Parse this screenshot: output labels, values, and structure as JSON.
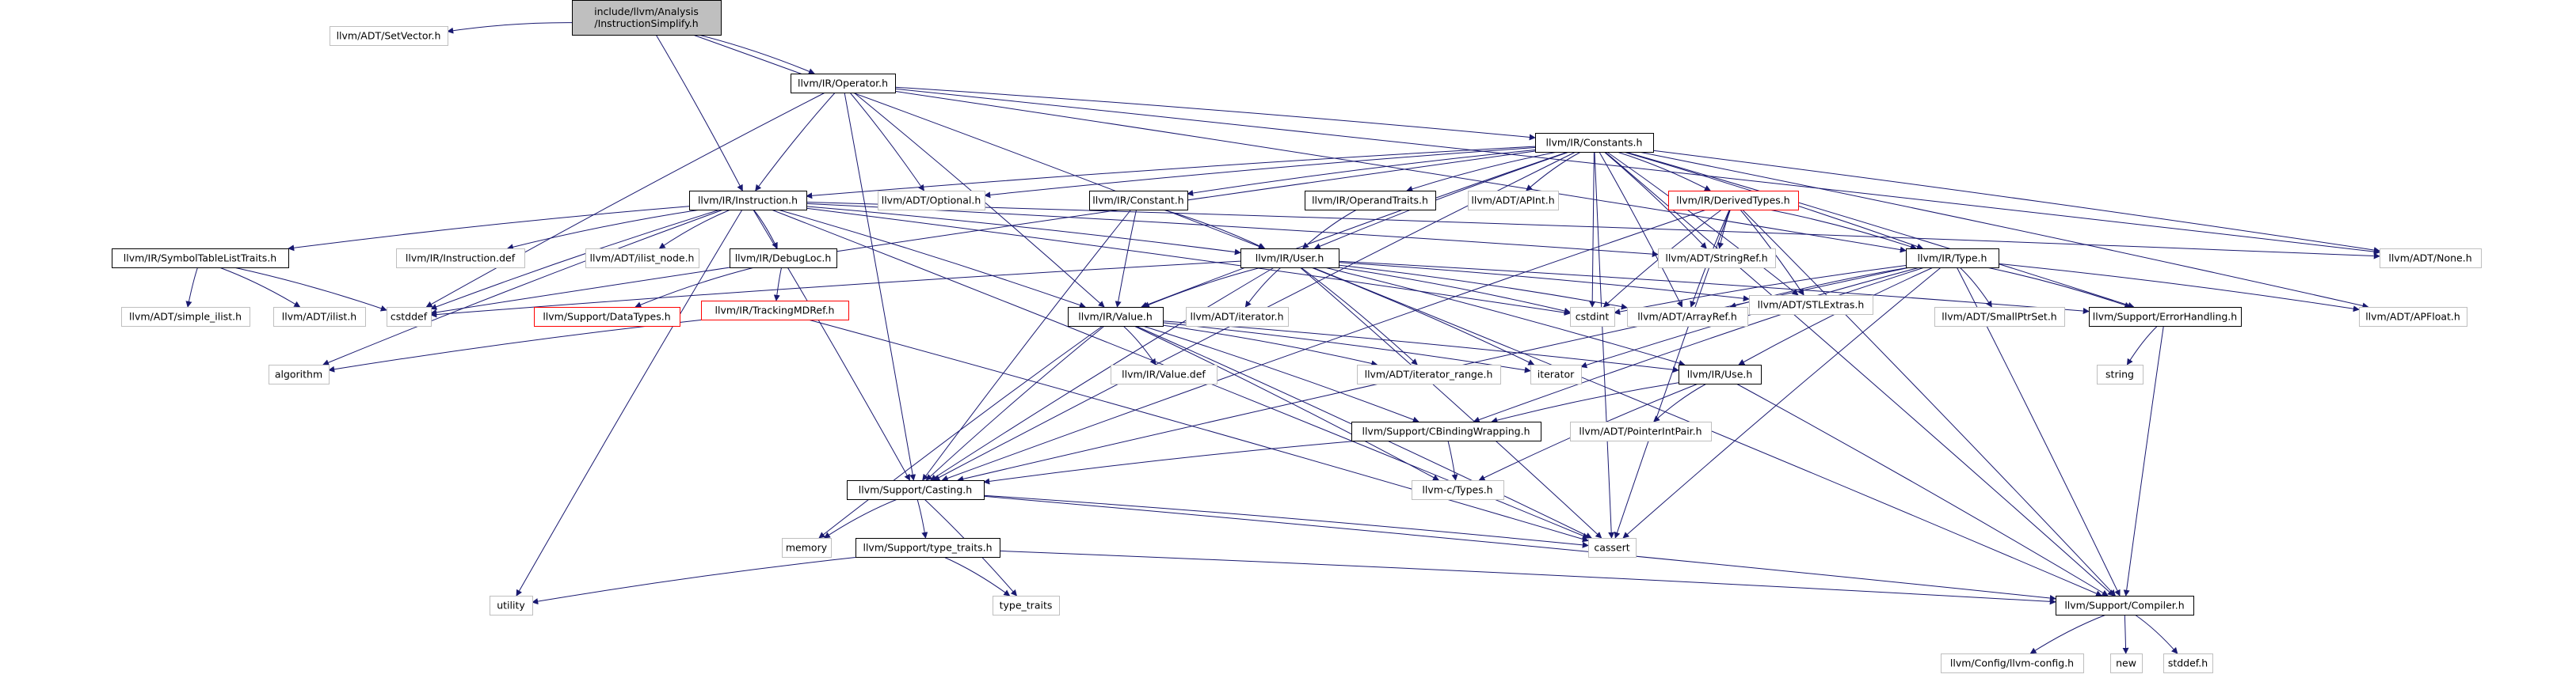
{
  "graph": {
    "nodes": [
      {
        "id": "root",
        "lines": [
          "include/llvm/Analysis",
          "/InstructionSimplify.h"
        ],
        "style": "root"
      },
      {
        "id": "setvector",
        "lines": [
          "llvm/ADT/SetVector.h"
        ],
        "style": "external"
      },
      {
        "id": "operator",
        "lines": [
          "llvm/IR/Operator.h"
        ],
        "style": "normal"
      },
      {
        "id": "constants",
        "lines": [
          "llvm/IR/Constants.h"
        ],
        "style": "normal"
      },
      {
        "id": "instruction",
        "lines": [
          "llvm/IR/Instruction.h"
        ],
        "style": "normal"
      },
      {
        "id": "optional",
        "lines": [
          "llvm/ADT/Optional.h"
        ],
        "style": "external"
      },
      {
        "id": "constant",
        "lines": [
          "llvm/IR/Constant.h"
        ],
        "style": "normal"
      },
      {
        "id": "operandtraits",
        "lines": [
          "llvm/IR/OperandTraits.h"
        ],
        "style": "normal"
      },
      {
        "id": "apint",
        "lines": [
          "llvm/ADT/APInt.h"
        ],
        "style": "external"
      },
      {
        "id": "derivedtypes",
        "lines": [
          "llvm/IR/DerivedTypes.h"
        ],
        "style": "red"
      },
      {
        "id": "none",
        "lines": [
          "llvm/ADT/None.h"
        ],
        "style": "external"
      },
      {
        "id": "symboltable",
        "lines": [
          "llvm/IR/SymbolTableListTraits.h"
        ],
        "style": "normal"
      },
      {
        "id": "instrdef",
        "lines": [
          "llvm/IR/Instruction.def"
        ],
        "style": "external"
      },
      {
        "id": "ilistnode",
        "lines": [
          "llvm/ADT/ilist_node.h"
        ],
        "style": "external"
      },
      {
        "id": "debugloc",
        "lines": [
          "llvm/IR/DebugLoc.h"
        ],
        "style": "normal"
      },
      {
        "id": "user",
        "lines": [
          "llvm/IR/User.h"
        ],
        "style": "normal"
      },
      {
        "id": "stringref",
        "lines": [
          "llvm/ADT/StringRef.h"
        ],
        "style": "external"
      },
      {
        "id": "stlextras",
        "lines": [
          "llvm/ADT/STLExtras.h"
        ],
        "style": "external"
      },
      {
        "id": "type",
        "lines": [
          "llvm/IR/Type.h"
        ],
        "style": "normal"
      },
      {
        "id": "cstddef",
        "lines": [
          "cstddef"
        ],
        "style": "external"
      },
      {
        "id": "simpleilist",
        "lines": [
          "llvm/ADT/simple_ilist.h"
        ],
        "style": "external"
      },
      {
        "id": "ilist",
        "lines": [
          "llvm/ADT/ilist.h"
        ],
        "style": "external"
      },
      {
        "id": "datatypes",
        "lines": [
          "llvm/Support/DataTypes.h"
        ],
        "style": "red"
      },
      {
        "id": "trackingmdref",
        "lines": [
          "llvm/IR/TrackingMDRef.h"
        ],
        "style": "red"
      },
      {
        "id": "value",
        "lines": [
          "llvm/IR/Value.h"
        ],
        "style": "normal"
      },
      {
        "id": "iteratorh",
        "lines": [
          "llvm/ADT/iterator.h"
        ],
        "style": "external"
      },
      {
        "id": "cstdint",
        "lines": [
          "cstdint"
        ],
        "style": "external"
      },
      {
        "id": "arrayref",
        "lines": [
          "llvm/ADT/ArrayRef.h"
        ],
        "style": "external"
      },
      {
        "id": "smallptrset",
        "lines": [
          "llvm/ADT/SmallPtrSet.h"
        ],
        "style": "external"
      },
      {
        "id": "errorhandling",
        "lines": [
          "llvm/Support/ErrorHandling.h"
        ],
        "style": "normal"
      },
      {
        "id": "apfloat",
        "lines": [
          "llvm/ADT/APFloat.h"
        ],
        "style": "external"
      },
      {
        "id": "algorithm",
        "lines": [
          "algorithm"
        ],
        "style": "external"
      },
      {
        "id": "valuedef",
        "lines": [
          "llvm/IR/Value.def"
        ],
        "style": "external"
      },
      {
        "id": "iteratorrange",
        "lines": [
          "llvm/ADT/iterator_range.h"
        ],
        "style": "external"
      },
      {
        "id": "iterator",
        "lines": [
          "iterator"
        ],
        "style": "external"
      },
      {
        "id": "use",
        "lines": [
          "llvm/IR/Use.h"
        ],
        "style": "normal"
      },
      {
        "id": "string",
        "lines": [
          "string"
        ],
        "style": "external"
      },
      {
        "id": "pointerintpair",
        "lines": [
          "llvm/ADT/PointerIntPair.h"
        ],
        "style": "external"
      },
      {
        "id": "cbinding",
        "lines": [
          "llvm/Support/CBindingWrapping.h"
        ],
        "style": "normal"
      },
      {
        "id": "casting",
        "lines": [
          "llvm/Support/Casting.h"
        ],
        "style": "normal"
      },
      {
        "id": "llvmctypes",
        "lines": [
          "llvm-c/Types.h"
        ],
        "style": "external"
      },
      {
        "id": "memory",
        "lines": [
          "memory"
        ],
        "style": "external"
      },
      {
        "id": "cassert",
        "lines": [
          "cassert"
        ],
        "style": "external"
      },
      {
        "id": "typetraitsh",
        "lines": [
          "llvm/Support/type_traits.h"
        ],
        "style": "normal"
      },
      {
        "id": "utility",
        "lines": [
          "utility"
        ],
        "style": "external"
      },
      {
        "id": "typetraits",
        "lines": [
          "type_traits"
        ],
        "style": "external"
      },
      {
        "id": "compiler",
        "lines": [
          "llvm/Support/Compiler.h"
        ],
        "style": "normal"
      },
      {
        "id": "llvmconfig",
        "lines": [
          "llvm/Config/llvm-config.h"
        ],
        "style": "external"
      },
      {
        "id": "new",
        "lines": [
          "new"
        ],
        "style": "external"
      },
      {
        "id": "stddef",
        "lines": [
          "stddef.h"
        ],
        "style": "external"
      }
    ],
    "edges": [
      [
        "root",
        "setvector"
      ],
      [
        "root",
        "operator"
      ],
      [
        "root",
        "instruction"
      ],
      [
        "root",
        "user"
      ],
      [
        "operator",
        "constants"
      ],
      [
        "operator",
        "instruction"
      ],
      [
        "operator",
        "optional"
      ],
      [
        "operator",
        "value"
      ],
      [
        "operator",
        "type"
      ],
      [
        "operator",
        "none"
      ],
      [
        "operator",
        "casting"
      ],
      [
        "operator",
        "cstddef"
      ],
      [
        "constants",
        "instruction"
      ],
      [
        "constants",
        "optional"
      ],
      [
        "constants",
        "constant"
      ],
      [
        "constants",
        "operandtraits"
      ],
      [
        "constants",
        "apint"
      ],
      [
        "constants",
        "derivedtypes"
      ],
      [
        "constants",
        "none"
      ],
      [
        "constants",
        "user"
      ],
      [
        "constants",
        "value"
      ],
      [
        "constants",
        "stringref"
      ],
      [
        "constants",
        "stlextras"
      ],
      [
        "constants",
        "type"
      ],
      [
        "constants",
        "cstdint"
      ],
      [
        "constants",
        "cstddef"
      ],
      [
        "constants",
        "arrayref"
      ],
      [
        "constants",
        "apfloat"
      ],
      [
        "constants",
        "errorhandling"
      ],
      [
        "constants",
        "casting"
      ],
      [
        "constants",
        "cassert"
      ],
      [
        "constants",
        "compiler"
      ],
      [
        "instruction",
        "symboltable"
      ],
      [
        "instruction",
        "instrdef"
      ],
      [
        "instruction",
        "ilistnode"
      ],
      [
        "instruction",
        "debugloc"
      ],
      [
        "instruction",
        "user"
      ],
      [
        "instruction",
        "none"
      ],
      [
        "instruction",
        "stringref"
      ],
      [
        "instruction",
        "cstdint"
      ],
      [
        "instruction",
        "value"
      ],
      [
        "instruction",
        "cstddef"
      ],
      [
        "instruction",
        "algorithm"
      ],
      [
        "instruction",
        "utility"
      ],
      [
        "instruction",
        "casting"
      ],
      [
        "instruction",
        "cassert"
      ],
      [
        "constant",
        "user"
      ],
      [
        "constant",
        "value"
      ],
      [
        "constant",
        "casting"
      ],
      [
        "operandtraits",
        "user"
      ],
      [
        "derivedtypes",
        "type"
      ],
      [
        "derivedtypes",
        "stringref"
      ],
      [
        "derivedtypes",
        "stlextras"
      ],
      [
        "derivedtypes",
        "arrayref"
      ],
      [
        "derivedtypes",
        "cstdint"
      ],
      [
        "derivedtypes",
        "casting"
      ],
      [
        "derivedtypes",
        "cassert"
      ],
      [
        "derivedtypes",
        "compiler"
      ],
      [
        "symboltable",
        "simpleilist"
      ],
      [
        "symboltable",
        "ilist"
      ],
      [
        "symboltable",
        "cstddef"
      ],
      [
        "debugloc",
        "trackingmdref"
      ],
      [
        "debugloc",
        "datatypes"
      ],
      [
        "trackingmdref",
        "algorithm"
      ],
      [
        "trackingmdref",
        "cassert"
      ],
      [
        "user",
        "value"
      ],
      [
        "user",
        "iteratorh"
      ],
      [
        "user",
        "cstdint"
      ],
      [
        "user",
        "arrayref"
      ],
      [
        "user",
        "errorhandling"
      ],
      [
        "user",
        "iteratorrange"
      ],
      [
        "user",
        "iterator"
      ],
      [
        "user",
        "use"
      ],
      [
        "user",
        "casting"
      ],
      [
        "user",
        "cassert"
      ],
      [
        "user",
        "compiler"
      ],
      [
        "user",
        "stlextras"
      ],
      [
        "user",
        "cstddef"
      ],
      [
        "type",
        "cstdint"
      ],
      [
        "type",
        "arrayref"
      ],
      [
        "type",
        "smallptrset"
      ],
      [
        "type",
        "errorhandling"
      ],
      [
        "type",
        "apfloat"
      ],
      [
        "type",
        "iterator"
      ],
      [
        "type",
        "use"
      ],
      [
        "type",
        "cbinding"
      ],
      [
        "type",
        "casting"
      ],
      [
        "type",
        "cassert"
      ],
      [
        "type",
        "compiler"
      ],
      [
        "value",
        "valuedef"
      ],
      [
        "value",
        "iteratorrange"
      ],
      [
        "value",
        "iterator"
      ],
      [
        "value",
        "use"
      ],
      [
        "value",
        "cbinding"
      ],
      [
        "value",
        "casting"
      ],
      [
        "value",
        "llvmctypes"
      ],
      [
        "value",
        "memory"
      ],
      [
        "value",
        "cassert"
      ],
      [
        "errorhandling",
        "string"
      ],
      [
        "errorhandling",
        "compiler"
      ],
      [
        "use",
        "pointerintpair"
      ],
      [
        "use",
        "cbinding"
      ],
      [
        "use",
        "llvmctypes"
      ],
      [
        "use",
        "compiler"
      ],
      [
        "cbinding",
        "casting"
      ],
      [
        "cbinding",
        "llvmctypes"
      ],
      [
        "casting",
        "memory"
      ],
      [
        "casting",
        "cassert"
      ],
      [
        "casting",
        "typetraitsh"
      ],
      [
        "casting",
        "typetraits"
      ],
      [
        "casting",
        "compiler"
      ],
      [
        "typetraitsh",
        "utility"
      ],
      [
        "typetraitsh",
        "typetraits"
      ],
      [
        "typetraitsh",
        "compiler"
      ],
      [
        "compiler",
        "llvmconfig"
      ],
      [
        "compiler",
        "new"
      ],
      [
        "compiler",
        "stddef"
      ]
    ]
  },
  "colors": {
    "edge": "#191970",
    "normal_border": "#000000",
    "external_border": "#bfbfbf",
    "red_border": "#ff0000",
    "root_fill": "#bfbfbf",
    "text": "#000000"
  }
}
